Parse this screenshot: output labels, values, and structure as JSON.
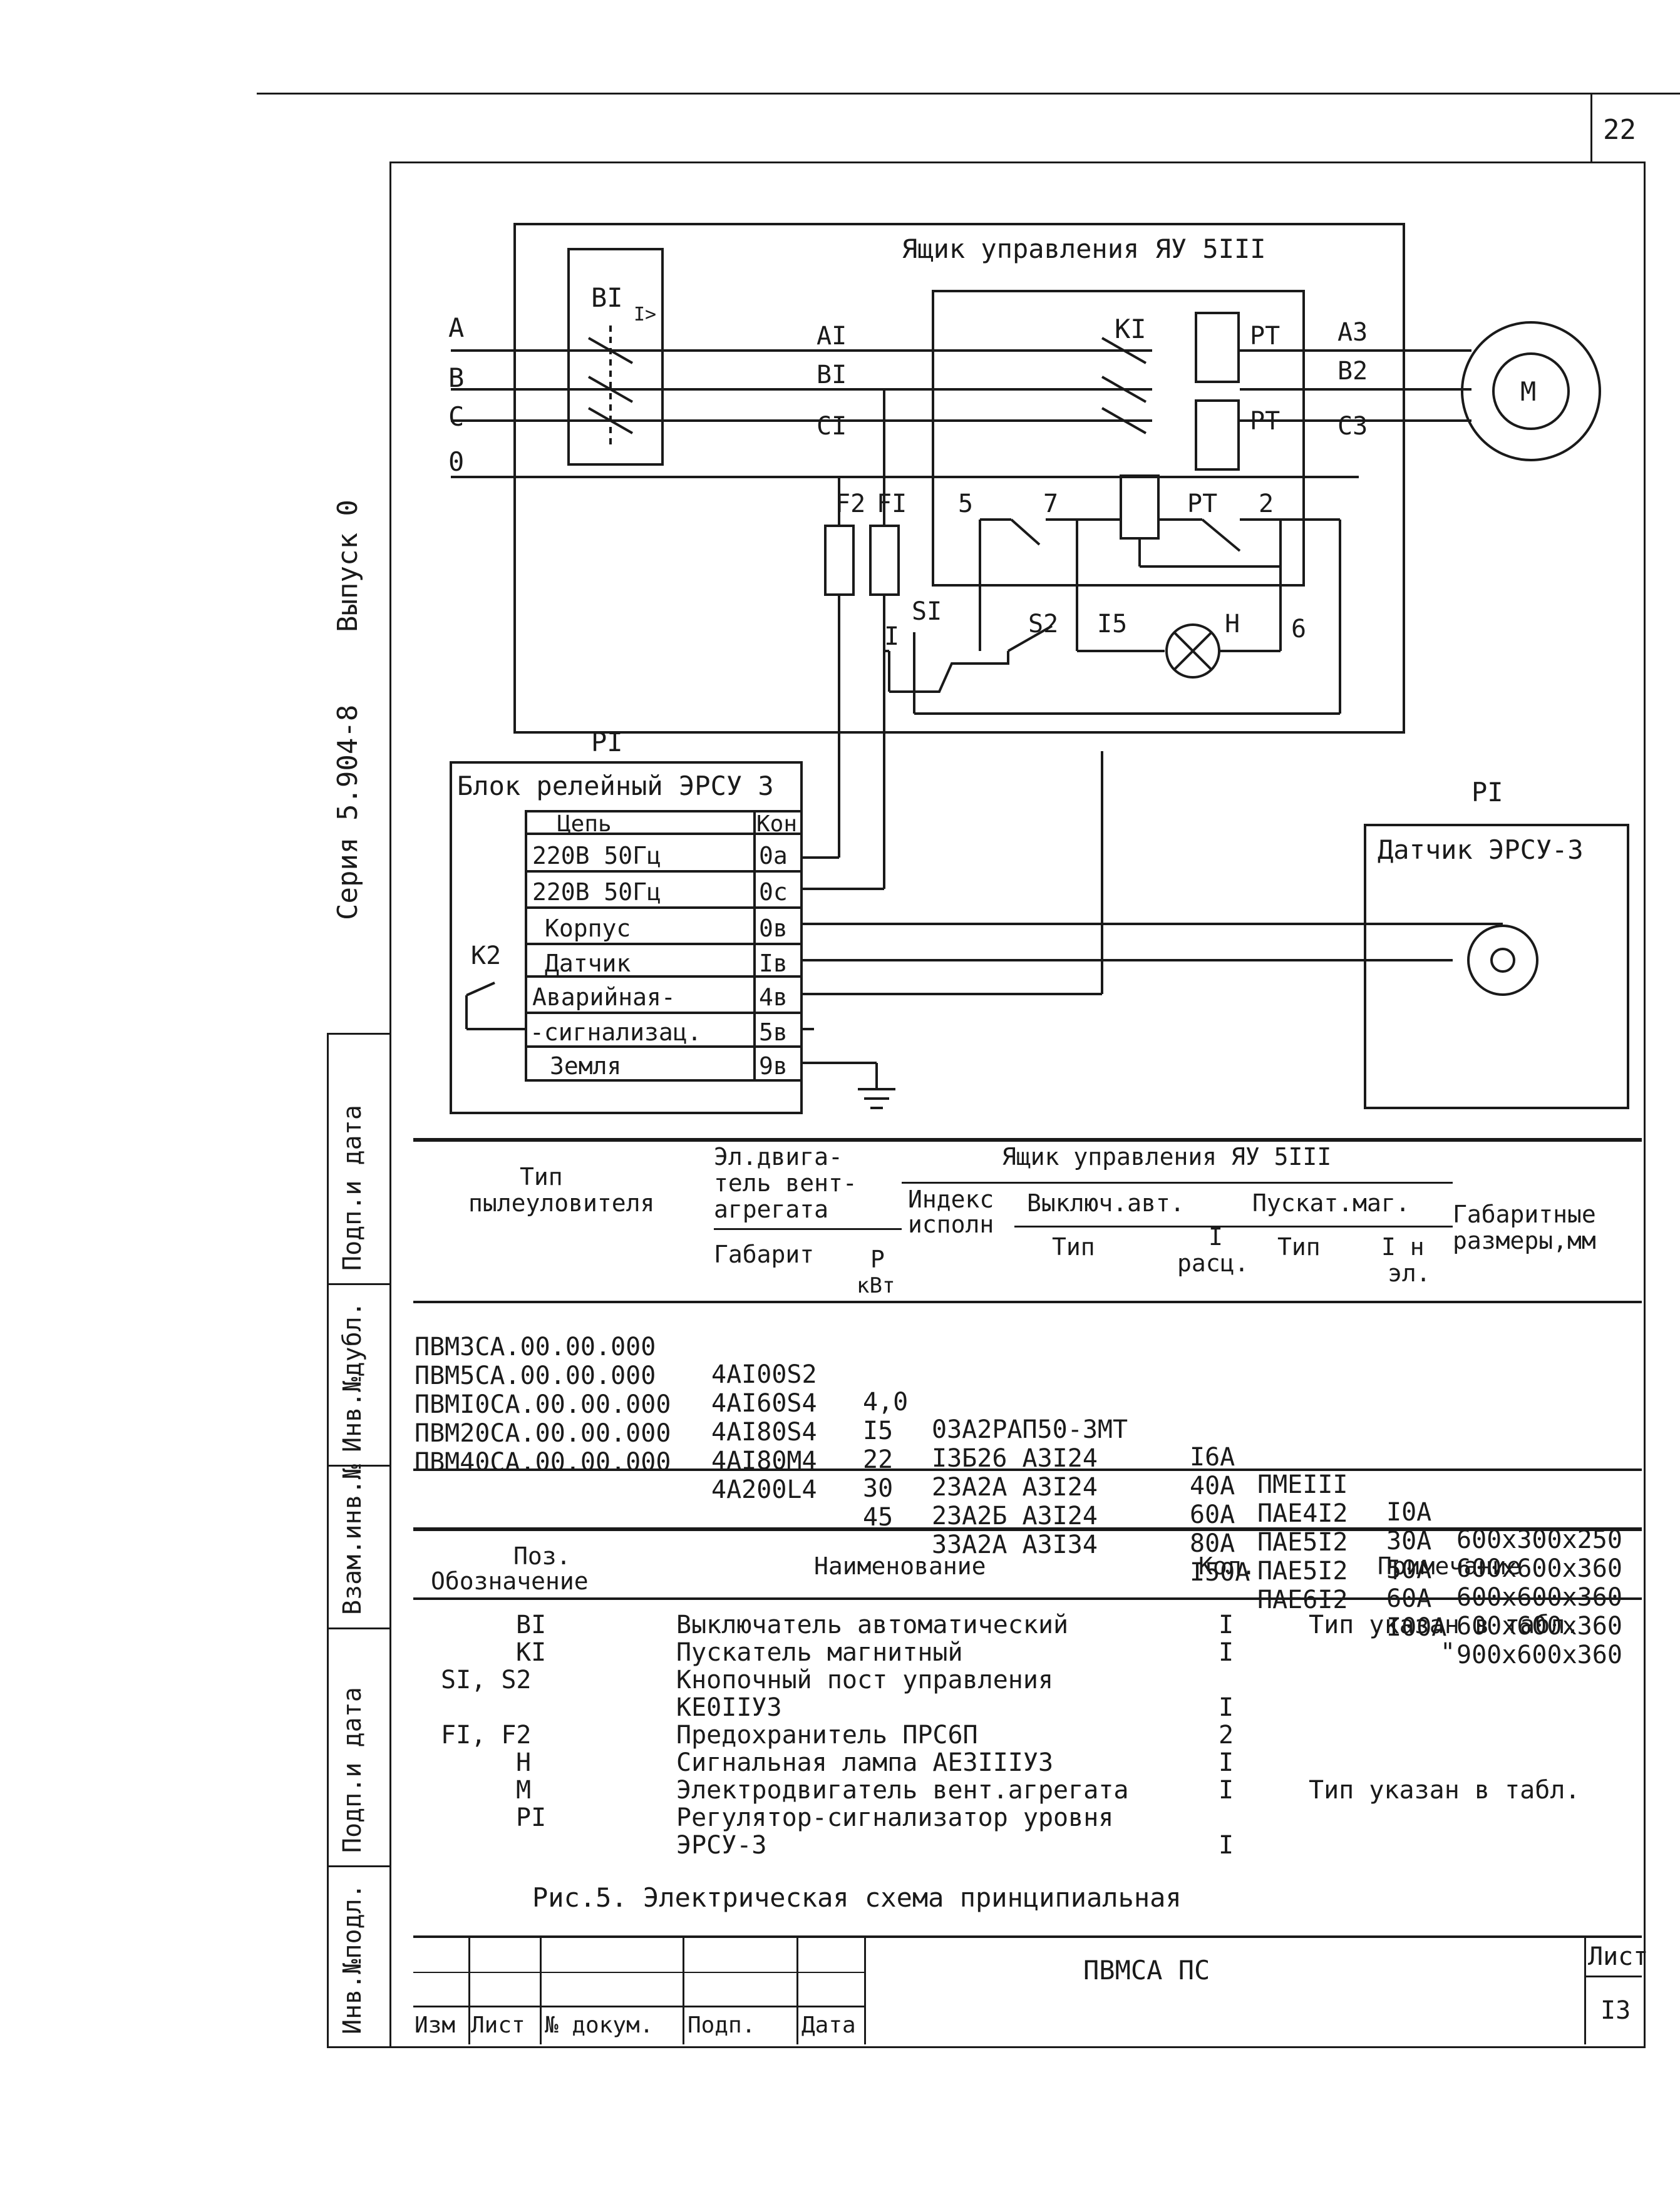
{
  "sheet_number_top": "22",
  "side": {
    "series": "Серия 5.904-8",
    "issue": "Выпуск 0",
    "stamp_fields": [
      "Подп.и дата",
      "Инв.№дубл.",
      "Взам.инв.№",
      "Подп.и дата",
      "Инв.№подл."
    ]
  },
  "diagram": {
    "box_title": "Ящик управления ЯУ 5III",
    "phases": [
      "A",
      "B",
      "C",
      "0"
    ],
    "breaker": "BI",
    "breaker_mark": "I>",
    "line_labels": [
      "AI",
      "BI",
      "CI"
    ],
    "contactor": "KI",
    "relay": "PT",
    "motor_outputs": [
      "A3",
      "B2",
      "C3"
    ],
    "motor": "M",
    "fuses": [
      "F2",
      "FI"
    ],
    "nodes": [
      "5",
      "7",
      "2",
      "6",
      "I",
      "I5"
    ],
    "buttons": [
      "SI",
      "S2"
    ],
    "lamp": "H",
    "regulator_label": "PI",
    "relay_block_title": "Блок релейный ЭРСУ 3",
    "relay_block_k": "K2",
    "relay_header": [
      "Цепь",
      "Кон"
    ],
    "relay_rows": [
      {
        "name": "220В 50Гц",
        "pin": "0а"
      },
      {
        "name": "220В 50Гц",
        "pin": "0с"
      },
      {
        "name": "Корпус",
        "pin": "0в"
      },
      {
        "name": "Датчик",
        "pin": "Iв"
      },
      {
        "name": "Аварийная-",
        "pin": "4в"
      },
      {
        "name": "-сигнализац.",
        "pin": "5в"
      },
      {
        "name": "Земля",
        "pin": "9в"
      }
    ],
    "sensor_label": "PI",
    "sensor_title": "Датчик ЭРСУ-3"
  },
  "spec_table": {
    "h_type": [
      "Тип",
      "пылеуловителя"
    ],
    "h_motor": [
      "Эл.двига-",
      "тель вент-",
      "агрегата"
    ],
    "h_box": "Ящик управления ЯУ 5III",
    "h_index": [
      "Индекс",
      "исполн"
    ],
    "h_breaker": "Выключ.авт.",
    "h_starter": "Пускат.маг.",
    "h_dims": [
      "Габаритные",
      "размеры,мм"
    ],
    "h_sub": [
      "Габарит",
      "P",
      "кВт",
      "Тип",
      "I",
      "расц.",
      "Тип",
      "I н",
      "эл."
    ],
    "rows": [
      [
        "ПВМ3СА.00.00.000",
        "4AI00S2",
        "4,0",
        "03А2РАП50-3МТ",
        "I6А",
        "ПМЕIII",
        "I0А",
        "600x300x250"
      ],
      [
        "ПВМ5СА.00.00.000",
        "4AI60S4",
        "I5",
        "I3Б26 А3I24",
        "40А",
        "ПАЕ4I2",
        "30А",
        "600x600x360"
      ],
      [
        "ПВМI0СА.00.00.000",
        "4AI80S4",
        "22",
        "23А2А А3I24",
        "60А",
        "ПАЕ5I2",
        "50А",
        "600x600x360"
      ],
      [
        "ПВМ20СА.00.00.000",
        "4AI80M4",
        "30",
        "23А2Б А3I24",
        "80А",
        "ПАЕ5I2",
        "60А",
        "600x600x360"
      ],
      [
        "ПВМ40СА.00.00.000",
        "4A200L4",
        "45",
        "33А2А А3I34",
        "I50А",
        "ПАЕ6I2",
        "I00А",
        "900x600x360"
      ]
    ]
  },
  "parts_list": {
    "headers": [
      "Поз.",
      "Обозначение",
      "Наименование",
      "Кол.",
      "Примечание"
    ],
    "items": [
      {
        "pos": "BI",
        "name": "Выключатель автоматический",
        "qty": "I",
        "note": "Тип указан в табл."
      },
      {
        "pos": "KI",
        "name": "Пускатель магнитный",
        "qty": "I",
        "note": "\""
      },
      {
        "pos": "SI, S2",
        "name": "Кнопочный пост управления",
        "qty": "",
        "note": ""
      },
      {
        "pos": "",
        "name": "КЕ0IIУ3",
        "qty": "I",
        "note": ""
      },
      {
        "pos": "FI, F2",
        "name": "Предохранитель ПРС6П",
        "qty": "2",
        "note": ""
      },
      {
        "pos": "H",
        "name": "Сигнальная лампа АЕ3IIIУ3",
        "qty": "I",
        "note": ""
      },
      {
        "pos": "M",
        "name": "Электродвигатель вент.агрегата",
        "qty": "I",
        "note": "Тип указан в табл."
      },
      {
        "pos": "PI",
        "name": "Регулятор-сигнализатор уровня",
        "qty": "",
        "note": ""
      },
      {
        "pos": "",
        "name": "ЭРСУ-3",
        "qty": "I",
        "note": ""
      }
    ],
    "caption": "Рис.5. Электрическая схема принципиальная"
  },
  "title_block": {
    "doc": "ПВМСА ПС",
    "sheet_label": "Лист",
    "sheet_no": "I3",
    "cols": [
      "Изм",
      "Лист",
      "№ докум.",
      "Подп.",
      "Дата"
    ]
  }
}
